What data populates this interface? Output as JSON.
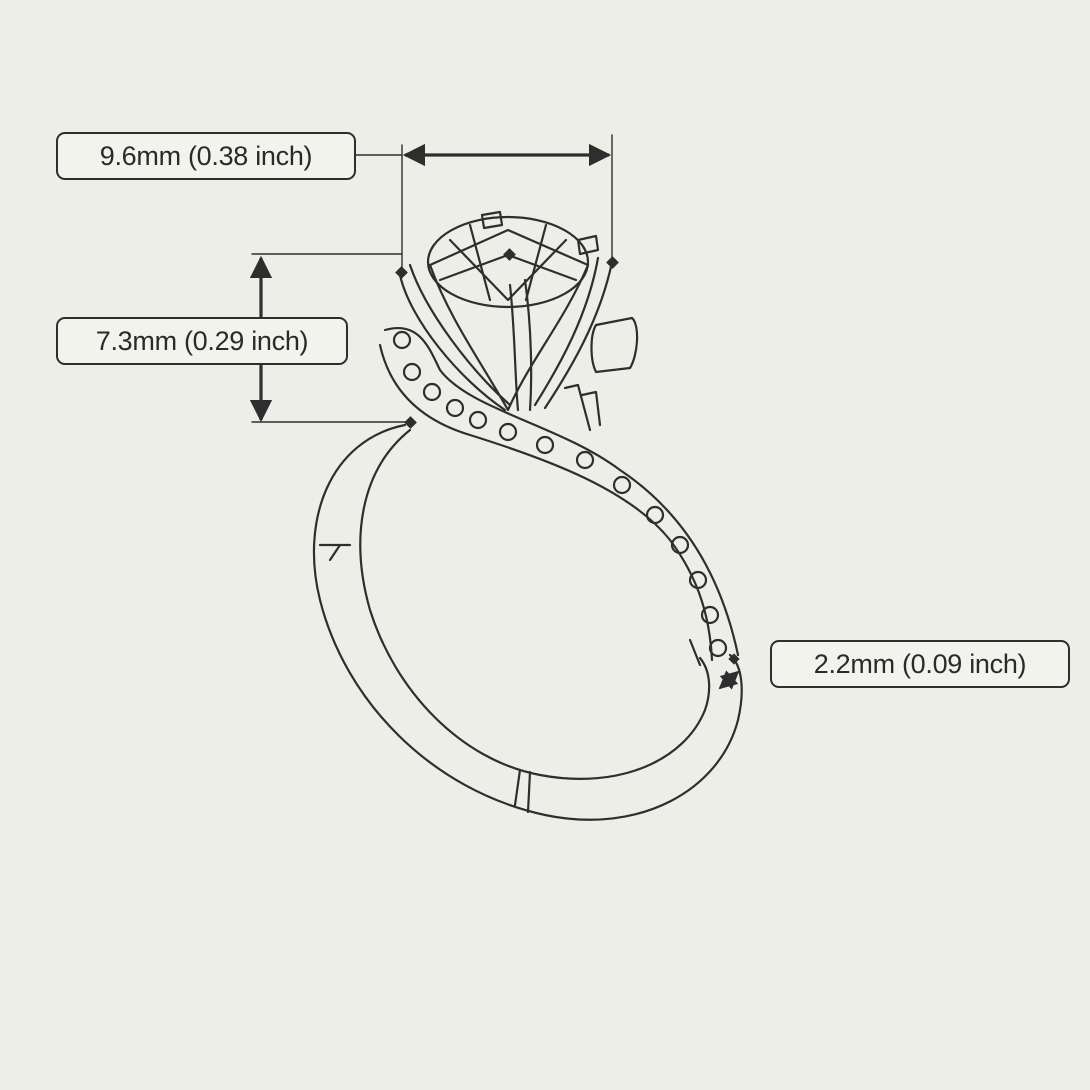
{
  "dimensions": {
    "stone_width": "9.6mm (0.38 inch)",
    "setting_height": "7.3mm (0.29 inch)",
    "band_width": "2.2mm (0.09 inch)"
  },
  "colors": {
    "background": "#eeeee8",
    "line": "#2e2e2e"
  }
}
